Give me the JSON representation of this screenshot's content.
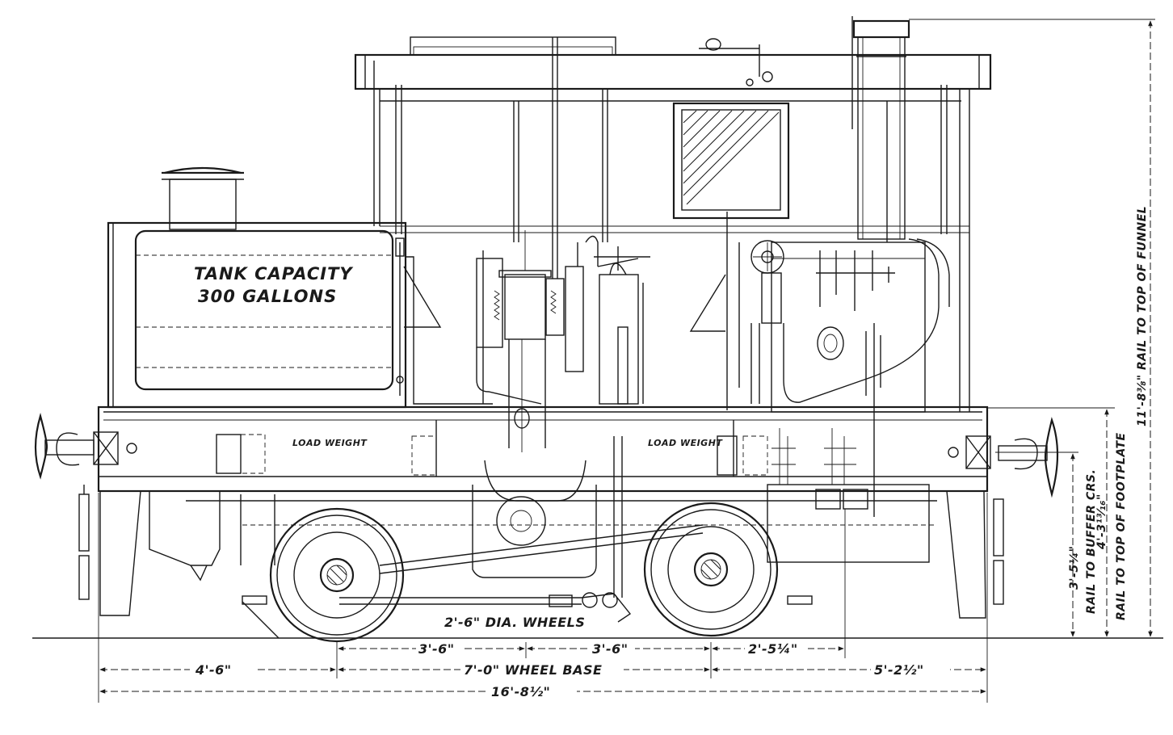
{
  "tank": {
    "line1": "TANK CAPACITY",
    "line2": "300 GALLONS"
  },
  "plates": {
    "left": "LOAD WEIGHT",
    "right": "LOAD WEIGHT"
  },
  "wheels_note": "2'-6\" DIA. WHEELS",
  "dimensions": {
    "upper_left": "3'-6\"",
    "upper_mid": "3'-6\"",
    "upper_right": "2'-5¼\"",
    "lower_left": "4'-6\"",
    "wheel_base": "7'-0\" WHEEL BASE",
    "lower_right": "5'-2½\"",
    "overall": "16'-8½\"",
    "rail_to_funnel": "11'-8⅜\" RAIL TO TOP OF FUNNEL",
    "footplate_value": "4'-3¹³⁄₁₆\"",
    "footplate_label": "RAIL TO TOP OF FOOTPLATE",
    "buffer_value": "3'-5¼\"",
    "buffer_label": "RAIL TO BUFFER CRS."
  }
}
